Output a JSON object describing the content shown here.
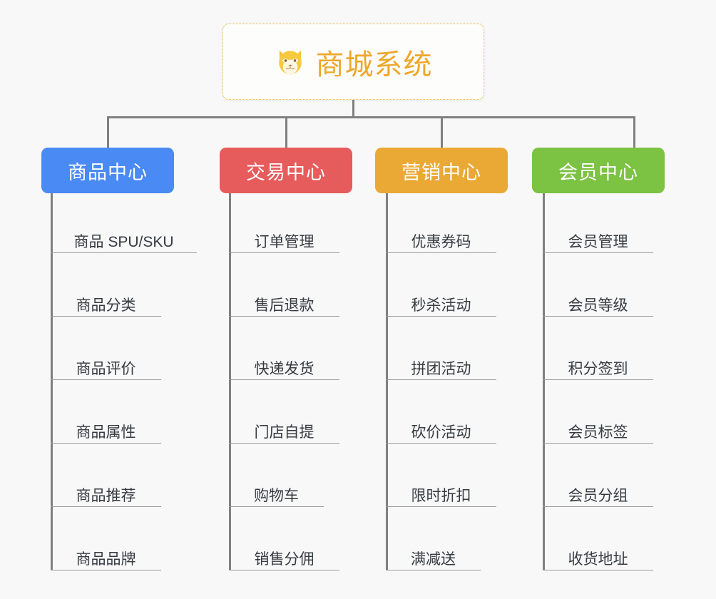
{
  "diagram": {
    "background_color": "#f8f8f8",
    "connector_color": "#808080",
    "type": "mindmap-tree"
  },
  "root": {
    "title": "商城系统",
    "icon": "shiba-dog-face-icon",
    "text_color": "#efa72a",
    "border_color": "#f0b93f",
    "background_color": "#fdfdfc"
  },
  "branches": [
    {
      "id": "product-center",
      "label": "商品中心",
      "color": "#4a8af4",
      "items": [
        "商品 SPU/SKU",
        "商品分类",
        "商品评价",
        "商品属性",
        "商品推荐",
        "商品品牌"
      ]
    },
    {
      "id": "trade-center",
      "label": "交易中心",
      "color": "#e65b5b",
      "items": [
        "订单管理",
        "售后退款",
        "快递发货",
        "门店自提",
        "购物车",
        "销售分佣"
      ]
    },
    {
      "id": "marketing-center",
      "label": "营销中心",
      "color": "#eaa935",
      "items": [
        "优惠券码",
        "秒杀活动",
        "拼团活动",
        "砍价活动",
        "限时折扣",
        "满减送"
      ]
    },
    {
      "id": "member-center",
      "label": "会员中心",
      "color": "#7cc243",
      "items": [
        "会员管理",
        "会员等级",
        "积分签到",
        "会员标签",
        "会员分组",
        "收货地址"
      ]
    }
  ]
}
